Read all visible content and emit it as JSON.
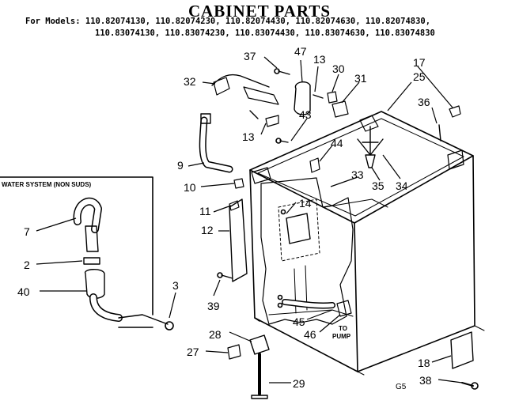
{
  "title": "CABINET PARTS",
  "models_prefix": "For Models:",
  "models_line1": "110.82074130, 110.82074230, 110.82074430, 110.82074630, 110.82074830,",
  "models_line2": "110.83074130, 110.83074230, 110.83074430, 110.83074630, 110.83074830",
  "inset_label": "WATER SYSTEM (NON SUDS)",
  "pump_label_1": "TO",
  "pump_label_2": "PUMP",
  "corner_code": "G5",
  "callouts": [
    "37",
    "47",
    "13",
    "30",
    "31",
    "17",
    "25",
    "32",
    "36",
    "13",
    "43",
    "44",
    "9",
    "33",
    "35",
    "34",
    "10",
    "14",
    "11",
    "12",
    "7",
    "2",
    "40",
    "3",
    "39",
    "45",
    "46",
    "28",
    "27",
    "18",
    "38",
    "29"
  ]
}
